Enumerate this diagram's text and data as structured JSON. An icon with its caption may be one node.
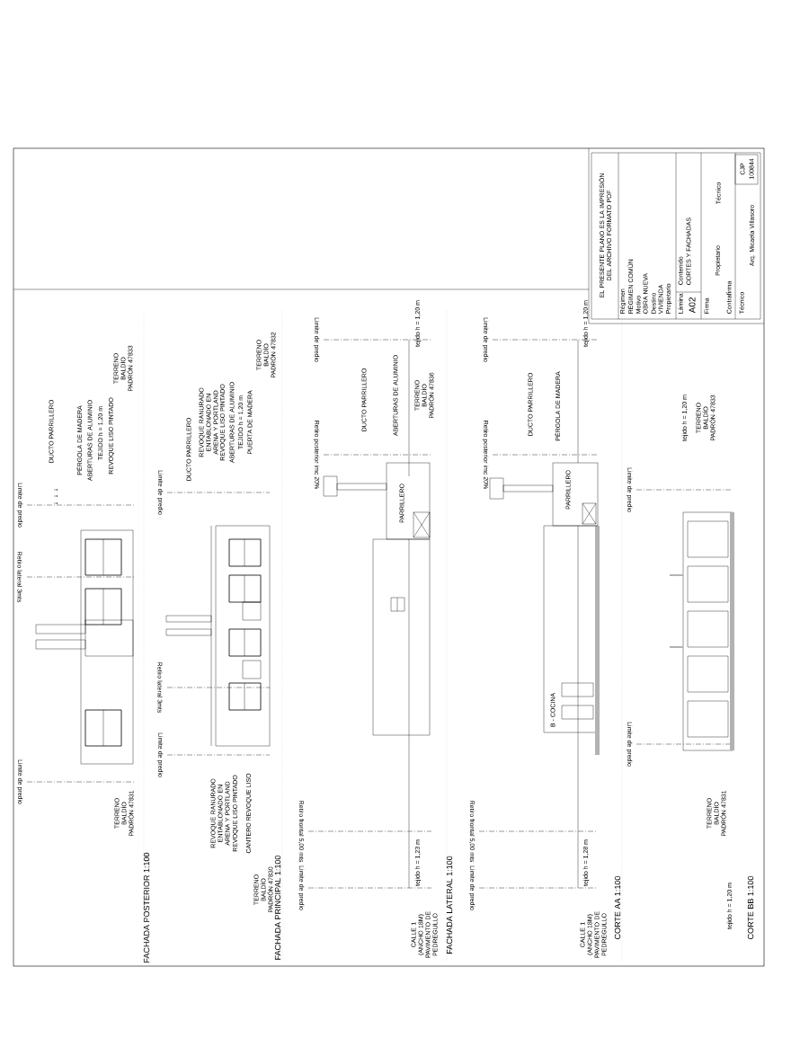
{
  "diagram": {
    "labels": [
      "FACHADA POSTERIOR 1:100",
      "Limite de predio",
      "Retiro lateral 3mts",
      "Limite de predio",
      "DUCTO PARRILLERO",
      "PÉRGOLA DE MADERA",
      "ABERTURAS DE ALUMINIO",
      "TEJIDO h = 1,20 m",
      "REVOQUE LISO PINTADO",
      "TERRENO BALDÍO PADRÓN 47833",
      "TERRENO BALDÍO PADRÓN 47831",
      "Limite de predio",
      "Retiro lateral 3mts",
      "Limite de predio",
      "DUCTO PARRILLERO",
      "REVOQUE RANURADO ENTABLONADO EN ARENA Y PORTLAND",
      "REVOQUE LISO PINTADO",
      "ABERTURAS DE ALUMINIO",
      "TEJIDO h = 1,20 m",
      "PUERTA DE MADERA",
      "TERRENO BALDÍO PADRÓN 47832",
      "REVOQUE RANURADO ENTABLONADO EN ARENA Y PORTLAND",
      "REVOQUE LISO PINTADO",
      "CANTERO REVOQUE LISO",
      "TERRENO BALDÍO PADRÓN 47830",
      "FACHADA PRINCIPAL 1:100",
      "Limite de predio",
      "tejido h = 1,20 m",
      "DUCTO PARRILLERO",
      "ABERTURAS DE ALUMINIO",
      "TERRENO BALDÍO PADRÓN 47836",
      "Retiro posterior imc 20%",
      "PARRILLERO",
      "Retiro frontal 5,00 mts",
      "Limite de predio",
      "tejido h = 1,23 m",
      "CALLE 1 (ANCHO 18M) PAVIMENTO DE PEDREGULLO",
      "FACHADA LATERAL 1:100",
      "Limite de predio",
      "tejido h = 1,20 m",
      "DUCTO PARRILLERO",
      "PÉRGOLA DE MADERA",
      "Retiro posterior imc 20%",
      "PARRILLERO",
      "B - COCINA",
      "Retiro frontal 5,00 mts",
      "Limite de predio",
      "tejido h = 1,28 m",
      "CALLE 1 (ANCHO 18M) PAVIMENTO DE PEDREGULLO",
      "CORTE AA 1:100",
      "Limite de predio",
      "tejido h = 1,20 m",
      "TERRENO BALDÍO PADRÓN 47833",
      "Limite de predio",
      "TERRENO BALDÍO PADRÓN 47831",
      "tejido h = 1,20 m",
      "CORTE BB 1:100",
      "EL PRESENTE PLANO ES LA IMPRESIÓN DEL ARCHIVO FORMATO PDF",
      "Régimen",
      "RÉGIMEN COMÚN",
      "Motivo",
      "OBRA NUEVA",
      "Destino",
      "VIVIENDA",
      "Propietario",
      "Lámina",
      "A02",
      "Contenido",
      "CORTES Y FACHADAS",
      "Firma",
      "Propietario",
      "Técnico",
      "Contrafirma",
      "Técnico",
      "Arq. Micaela Villasoro",
      "CJP",
      "100844"
    ]
  }
}
